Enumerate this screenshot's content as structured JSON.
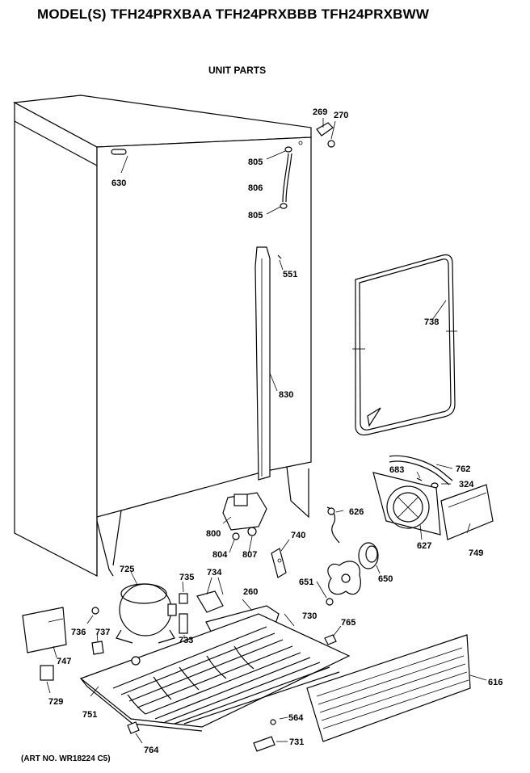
{
  "header": {
    "title": "MODEL(S) TFH24PRXBAA  TFH24PRXBBB  TFH24PRXBWW",
    "subtitle": "UNIT PARTS"
  },
  "footer": {
    "art_number": "(ART NO. WR18224 C5)"
  },
  "part_labels": {
    "p269": "269",
    "p270": "270",
    "p805a": "805",
    "p806": "806",
    "p805b": "805",
    "p630": "630",
    "p551": "551",
    "p738": "738",
    "p830": "830",
    "p762": "762",
    "p683": "683",
    "p324": "324",
    "p626": "626",
    "p627": "627",
    "p749": "749",
    "p800": "800",
    "p804": "804",
    "p807": "807",
    "p740": "740",
    "p651": "651",
    "p650": "650",
    "p725": "725",
    "p735": "735",
    "p734": "734",
    "p260": "260",
    "p736": "736",
    "p737": "737",
    "p733": "733",
    "p730": "730",
    "p765": "765",
    "p747": "747",
    "p616": "616",
    "p729": "729",
    "p751": "751",
    "p564": "564",
    "p731": "731",
    "p764": "764"
  }
}
